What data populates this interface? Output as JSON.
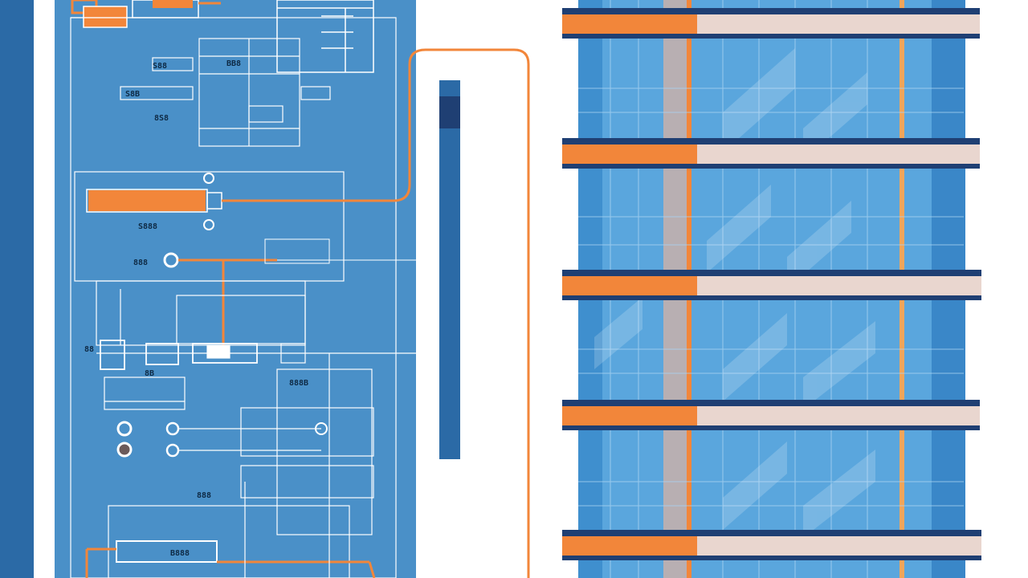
{
  "colors": {
    "blueprint_bg": "#4a90c8",
    "blueprint_dark": "#2b6aa6",
    "line_white": "#ffffff",
    "accent_orange": "#f2863a",
    "navy": "#1f3f73",
    "sky_blue": "#5aa6dd",
    "pale_stripe": "#e9d6cf"
  },
  "blueprint": {
    "labels": [
      "S88",
      "BB8",
      "S8B",
      "8S8",
      "S888",
      "888",
      "88",
      "8B",
      "888B",
      "888",
      "B888"
    ]
  }
}
